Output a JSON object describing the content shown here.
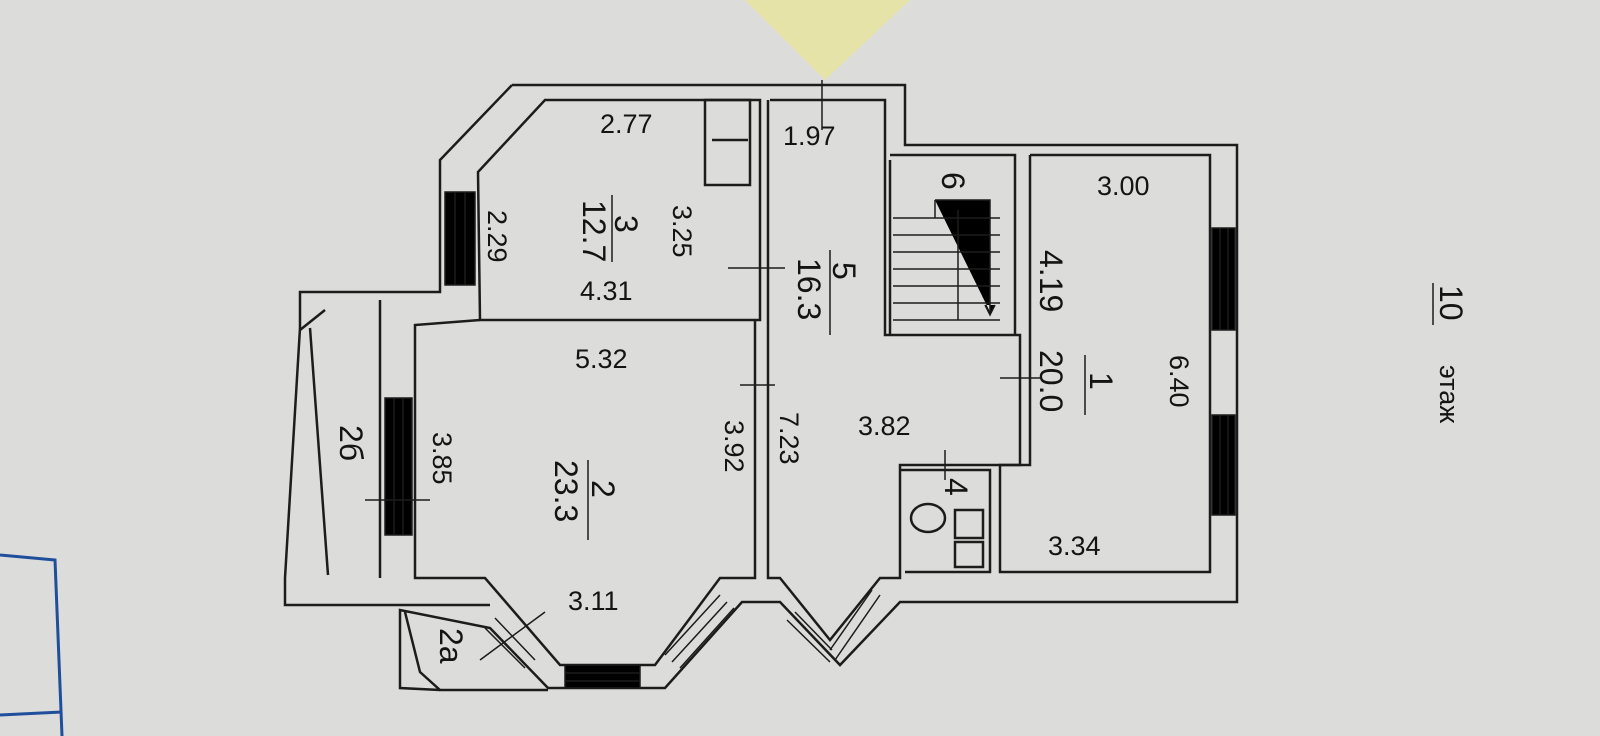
{
  "floor": {
    "number": "10",
    "label": "этаж"
  },
  "rooms": [
    {
      "id": "1",
      "area": "20.0",
      "dims": [
        "3.00",
        "4.19",
        "6.40",
        "3.34"
      ]
    },
    {
      "id": "2",
      "area": "23.3",
      "dims": [
        "5.32",
        "3.92",
        "3.85",
        "3.11"
      ]
    },
    {
      "id": "3",
      "area": "12.7",
      "dims": [
        "2.77",
        "3.25",
        "4.31",
        "2.29"
      ]
    },
    {
      "id": "4"
    },
    {
      "id": "5",
      "area": "16.3",
      "dims": [
        "1.97",
        "7.23",
        "3.82"
      ]
    },
    {
      "id": "6"
    },
    {
      "id": "2а"
    },
    {
      "id": "2б"
    }
  ],
  "colors": {
    "paper": "#d9d9d7",
    "ink": "#141414",
    "sticky_note": "#e6e3a8",
    "blue_frame": "#1f4f9a"
  }
}
